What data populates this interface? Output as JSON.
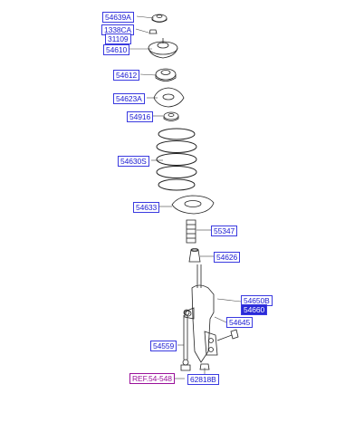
{
  "parts": {
    "p54639A": "54639A",
    "p1338CA": "1338CA",
    "p31109": "31109",
    "p54610": "54610",
    "p54612": "54612",
    "p54623A": "54623A",
    "p54916": "54916",
    "p54630S": "54630S",
    "p54633": "54633",
    "p55347": "55347",
    "p54626": "54626",
    "p54650B": "54650B",
    "p54660": "54660",
    "p54645": "54645",
    "p54559": "54559",
    "ref": "REF.54-548",
    "p62818B": "62818B"
  },
  "colors": {
    "label_text": "#1a1ad0",
    "label_border": "#3a3ae0",
    "ref_text": "#9a109a",
    "line": "#222222"
  }
}
